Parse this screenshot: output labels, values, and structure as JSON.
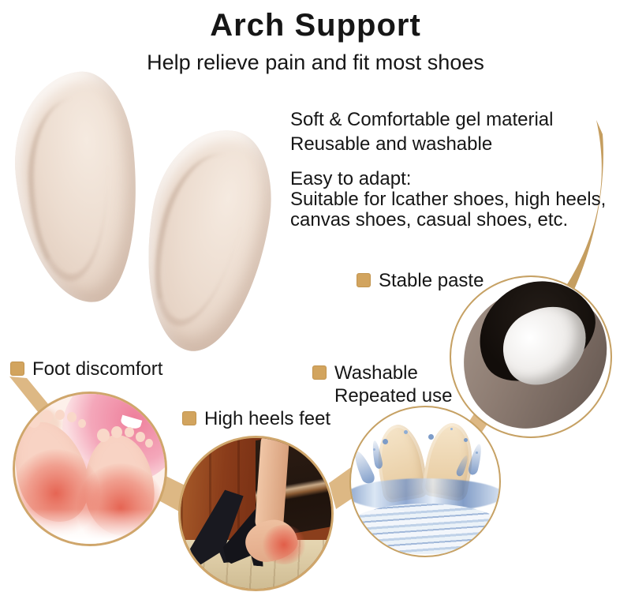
{
  "header": {
    "title": "Arch Support",
    "subtitle": "Help relieve pain and fit most shoes"
  },
  "features": {
    "soft": "Soft & Comfortable gel material",
    "reusable": "Reusable and washable",
    "adapt_title": "Easy to adapt:",
    "adapt_line1": "Suitable for lcather shoes, high heels,",
    "adapt_line2": "canvas shoes, casual shoes, etc."
  },
  "callouts": {
    "stable_paste": "Stable paste",
    "foot_discomfort": "Foot discomfort",
    "washable_line1": "Washable",
    "washable_line2": "Repeated use",
    "high_heels_feet": "High heels feet"
  },
  "images": {
    "product_pads": "two beige gel arch support pads",
    "foot_pain_photo": "bare feet soles with red sore areas",
    "high_heels_photo": "black high heels beside a bare foot with sore spot",
    "washing_photo": "gel pads splashing in water",
    "shoe_photo": "gel pad pasted inside a brown high heel shoe"
  },
  "colors": {
    "accent_gold": "#c59e60",
    "band_tan": "#ddb884",
    "bullet_gold": "#d2a45e",
    "ring_gold": "#cfa66b",
    "text": "#161616"
  }
}
